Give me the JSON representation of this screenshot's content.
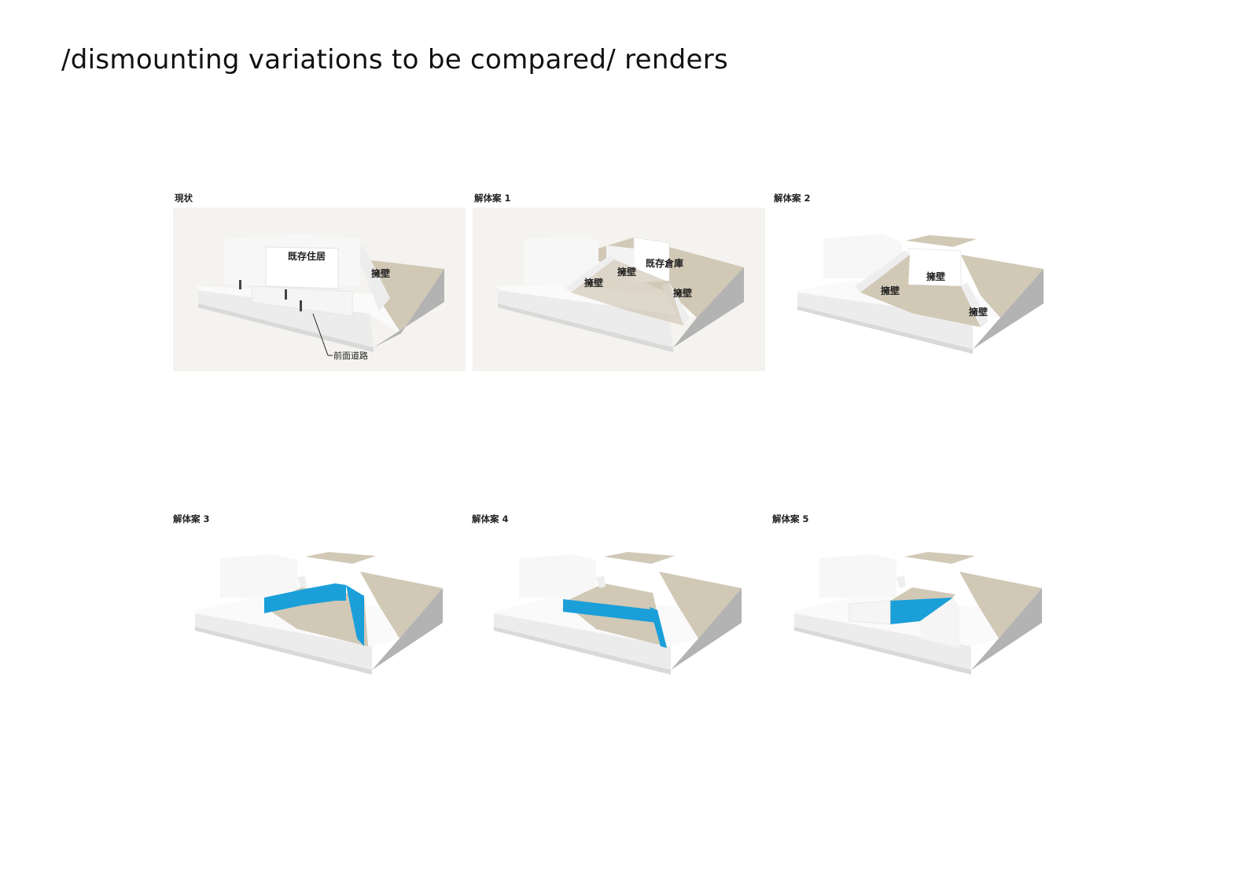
{
  "title": "/dismounting variations to be compared/ renders",
  "panels": [
    {
      "label": "現状",
      "building": "既存住居",
      "retaining_wall": "擁壁",
      "road": "前面道路"
    },
    {
      "label": "解体案 1",
      "warehouse": "既存倉庫",
      "wall_labels": [
        "擁壁",
        "擁壁",
        "擁壁"
      ]
    },
    {
      "label": "解体案 2",
      "wall_labels": [
        "擁壁",
        "擁壁",
        "擁壁"
      ]
    },
    {
      "label": "解体案 3"
    },
    {
      "label": "解体案 4"
    },
    {
      "label": "解体案 5"
    }
  ],
  "colors": {
    "highlight_wall": "#1a9fd9",
    "ground": "#d1c8b6",
    "white_mass": "#fafafa",
    "side_face": "#e2e2e2",
    "dark_face": "#b3b3b3",
    "render_background": "#f4f3ef"
  }
}
